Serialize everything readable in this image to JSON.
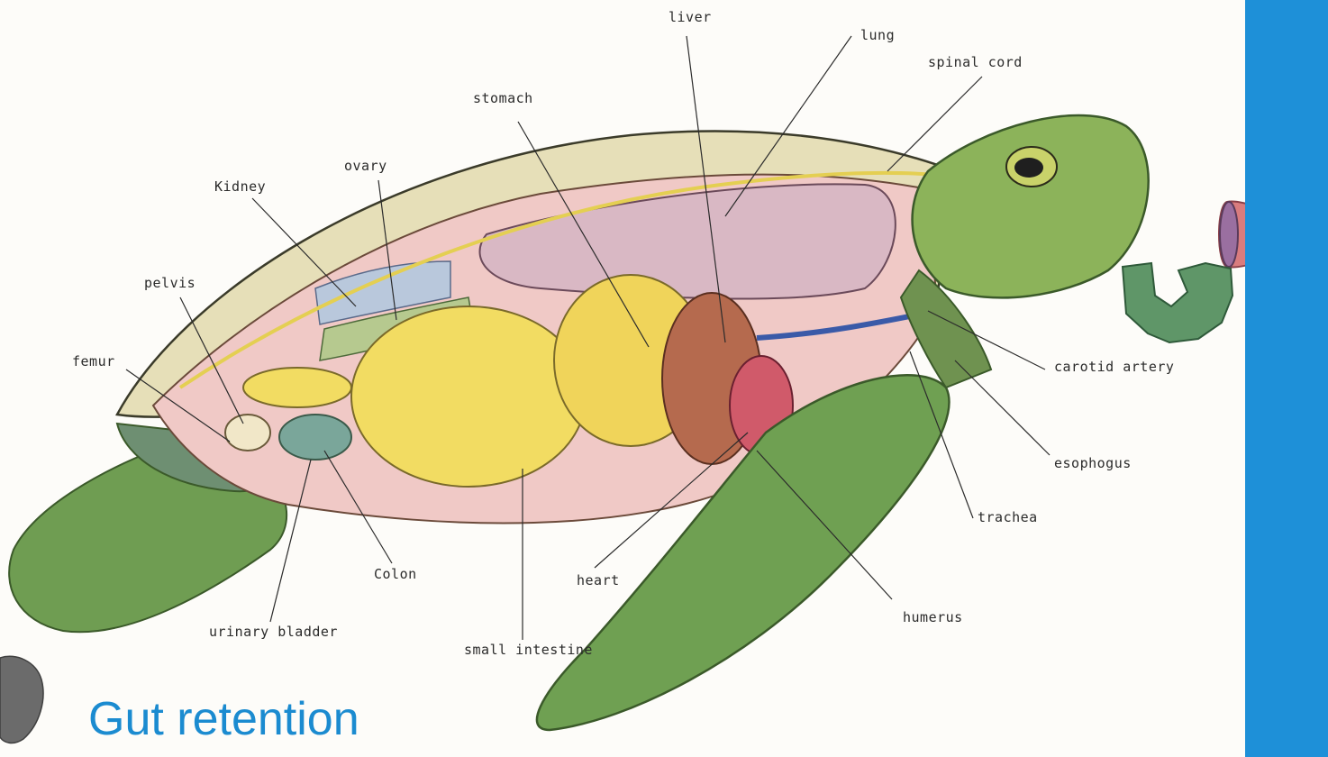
{
  "slide": {
    "title": "Gut retention",
    "accent_color": "#1E90D8",
    "title_color": "#1B8BD0"
  },
  "labels": {
    "liver": "liver",
    "lung": "lung",
    "spinal_cord": "spinal cord",
    "stomach": "stomach",
    "ovary": "ovary",
    "kidney": "Kidney",
    "pelvis": "pelvis",
    "femur": "femur",
    "carotid_artery": "carotid artery",
    "esophagus": "esophogus",
    "trachea": "trachea",
    "humerus": "humerus",
    "heart": "heart",
    "colon": "Colon",
    "small_intestine": "small intestine",
    "urinary_bladder": "urinary bladder"
  },
  "icons": {
    "diagram": "turtle-anatomy-illustration",
    "cup": "plastic-cup-icon",
    "fragment": "green-plastic-fragment-icon",
    "debris": "grey-debris-icon"
  }
}
